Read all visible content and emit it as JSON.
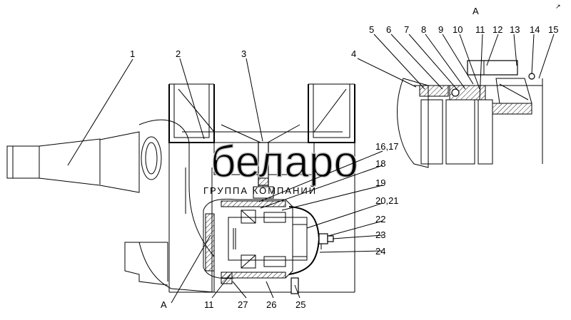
{
  "view_label_top": "А",
  "view_label_bottom": "А",
  "corner_mark": "↗",
  "watermark": {
    "logo": "белаpo",
    "subtitle": "ГРУППА КОМПАНИЙ"
  },
  "callouts": {
    "c1": "1",
    "c2": "2",
    "c3": "3",
    "c4": "4",
    "c5": "5",
    "c6": "6",
    "c7": "7",
    "c8": "8",
    "c9": "9",
    "c10": "10",
    "c11_top": "11",
    "c12": "12",
    "c13": "13",
    "c14": "14",
    "c15": "15",
    "c16_17": "16,17",
    "c18": "18",
    "c19": "19",
    "c20_21": "20,21",
    "c22": "22",
    "c23": "23",
    "c24": "24",
    "c25": "25",
    "c26": "26",
    "c27": "27",
    "c11_bottom": "11"
  }
}
